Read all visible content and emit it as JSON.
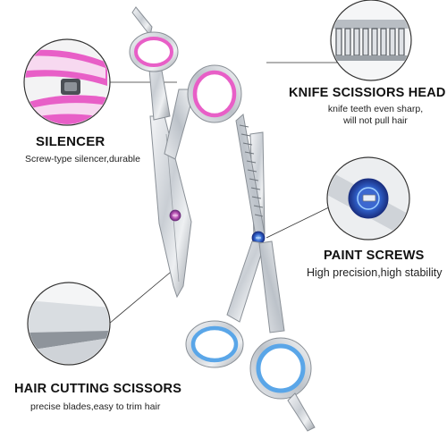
{
  "callouts": {
    "silencer": {
      "title": "SILENCER",
      "desc": "Screw-type silencer,durable"
    },
    "knife_head": {
      "title": "KNIFE SCISSIORS HEAD",
      "desc": "knife teeth even sharp, will not pull hair"
    },
    "paint_screws": {
      "title": "PAINT SCREWS",
      "desc": "High precision,high stability"
    },
    "hair_cutting": {
      "title": "HAIR CUTTING SCISSORS",
      "desc": "precise blades,easy to trim hair"
    }
  },
  "colors": {
    "background": "#ffffff",
    "steel": "#cfd3d8",
    "steel_dark": "#8e949b",
    "pink_ring": "#e85fc7",
    "blue_ring": "#5aa6e8",
    "leader_line": "#333333"
  },
  "icons": {
    "scissors_left": "cutting-scissors-icon",
    "scissors_right": "thinning-scissors-icon",
    "silencer_detail": "silencer-detail-icon",
    "teeth_detail": "teeth-detail-icon",
    "screw_detail": "screw-detail-icon",
    "blade_detail": "blade-detail-icon"
  }
}
